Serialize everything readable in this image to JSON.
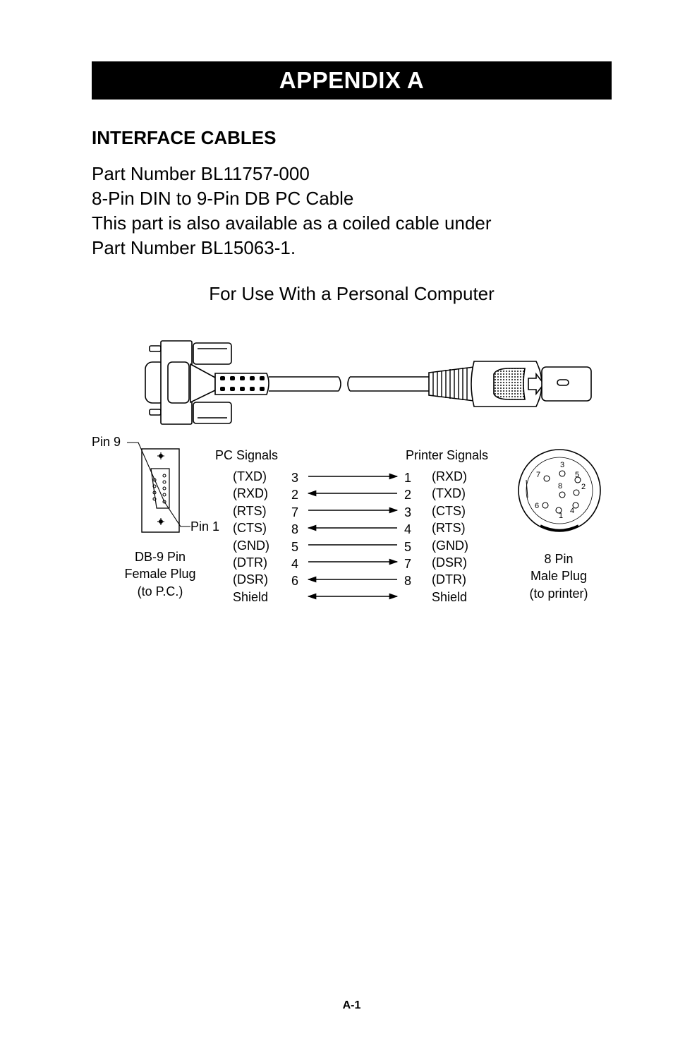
{
  "header": {
    "title": "APPENDIX  A"
  },
  "section": {
    "title": "INTERFACE CABLES"
  },
  "description": {
    "lines": [
      "Part Number BL11757-000",
      "8-Pin DIN to 9-Pin DB PC Cable",
      "This part is also available as a coiled cable under",
      "Part Number BL15063-1."
    ]
  },
  "diagram": {
    "subtitle": "For Use With a Personal Computer",
    "pin9_label": "Pin 9",
    "pin1_label": "Pin 1",
    "pc_signals_heading": "PC Signals",
    "printer_signals_heading": "Printer Signals",
    "db9_caption": [
      "DB-9 Pin",
      "Female Plug",
      "(to P.C.)"
    ],
    "din_caption": [
      "8 Pin",
      "Male Plug",
      "(to printer)"
    ],
    "din_pin_numbers": [
      "3",
      "7",
      "5",
      "8",
      "2",
      "6",
      "4",
      "1"
    ],
    "rows": [
      {
        "pc_signal": "(TXD)",
        "pc_pin": "3",
        "printer_pin": "1",
        "printer_signal": "(RXD)",
        "direction": "right"
      },
      {
        "pc_signal": "(RXD)",
        "pc_pin": "2",
        "printer_pin": "2",
        "printer_signal": "(TXD)",
        "direction": "left"
      },
      {
        "pc_signal": "(RTS)",
        "pc_pin": "7",
        "printer_pin": "3",
        "printer_signal": "(CTS)",
        "direction": "right"
      },
      {
        "pc_signal": "(CTS)",
        "pc_pin": "8",
        "printer_pin": "4",
        "printer_signal": "(RTS)",
        "direction": "left"
      },
      {
        "pc_signal": "(GND)",
        "pc_pin": "5",
        "printer_pin": "5",
        "printer_signal": "(GND)",
        "direction": "none"
      },
      {
        "pc_signal": "(DTR)",
        "pc_pin": "4",
        "printer_pin": "7",
        "printer_signal": "(DSR)",
        "direction": "right"
      },
      {
        "pc_signal": "(DSR)",
        "pc_pin": "6",
        "printer_pin": "8",
        "printer_signal": "(DTR)",
        "direction": "left"
      },
      {
        "pc_signal": "Shield",
        "pc_pin": "",
        "printer_pin": "",
        "printer_signal": "Shield",
        "direction": "both"
      }
    ]
  },
  "footer": {
    "page_number": "A-1"
  }
}
